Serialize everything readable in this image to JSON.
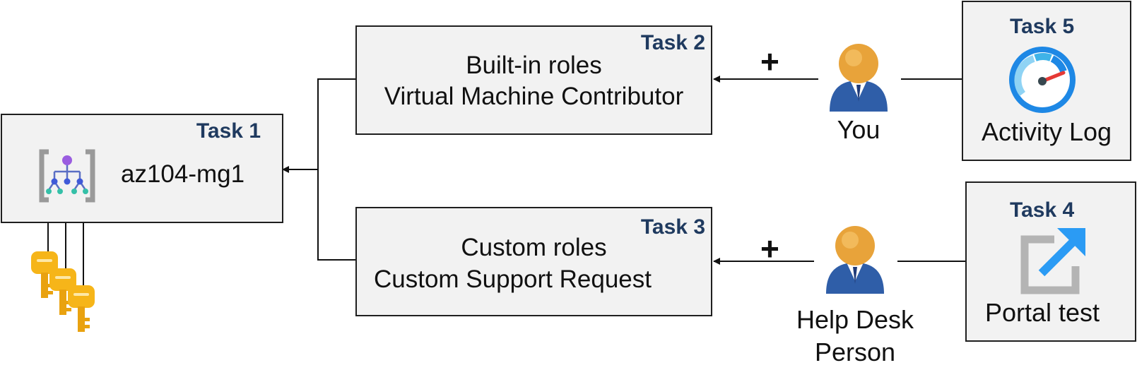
{
  "task1": {
    "badge": "Task 1",
    "name": "az104-mg1",
    "icon": "management-group-icon"
  },
  "task2": {
    "badge": "Task 2",
    "line1": "Built-in roles",
    "line2": "Virtual Machine Contributor"
  },
  "task3": {
    "badge": "Task 3",
    "line1": "Custom roles",
    "line2": "Custom Support Request"
  },
  "task4": {
    "badge": "Task 4",
    "label": "Portal test",
    "icon": "external-link-icon"
  },
  "task5": {
    "badge": "Task 5",
    "label": "Activity Log",
    "icon": "gauge-icon"
  },
  "actors": {
    "you": {
      "label": "You",
      "icon": "user-icon"
    },
    "helpdesk": {
      "line1": "Help Desk",
      "line2": "Person",
      "icon": "user-icon"
    }
  },
  "plus_sign": "+",
  "keys_icon": "key-icon",
  "colors": {
    "badge_text": "#1f3a5f",
    "box_fill": "#f2f2f2",
    "key_gold": "#f6b519",
    "user_head": "#e8a33a",
    "user_body": "#2f5ea8",
    "gauge_blue": "#1e88e5"
  }
}
